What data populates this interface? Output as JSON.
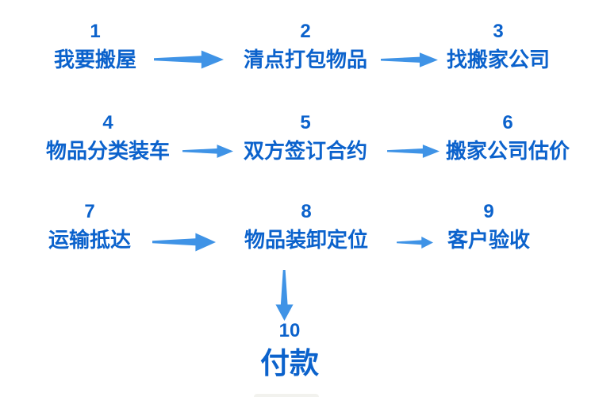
{
  "diagram": {
    "type": "flowchart",
    "language": "zh",
    "accent_text_color": "#0b62cc",
    "arrow_color": "#3f93e6",
    "background_color": "#ffffff"
  },
  "steps": [
    {
      "num": "1",
      "label": "我要搬屋"
    },
    {
      "num": "2",
      "label": "清点打包物品"
    },
    {
      "num": "3",
      "label": "找搬家公司"
    },
    {
      "num": "4",
      "label": "物品分类装车"
    },
    {
      "num": "5",
      "label": "双方签订合约"
    },
    {
      "num": "6",
      "label": "搬家公司估价"
    },
    {
      "num": "7",
      "label": "运输抵达"
    },
    {
      "num": "8",
      "label": "物品装卸定位"
    },
    {
      "num": "9",
      "label": "客户验收"
    },
    {
      "num": "10",
      "label": "付款"
    }
  ],
  "flow": [
    {
      "from": "1",
      "to": "2",
      "direction": "right"
    },
    {
      "from": "2",
      "to": "3",
      "direction": "right"
    },
    {
      "from": "4",
      "to": "5",
      "direction": "right"
    },
    {
      "from": "5",
      "to": "6",
      "direction": "right"
    },
    {
      "from": "7",
      "to": "8",
      "direction": "right"
    },
    {
      "from": "8",
      "to": "9",
      "direction": "right"
    },
    {
      "from": "8",
      "to": "10",
      "direction": "down"
    }
  ],
  "icons": {
    "right_arrow": "right-arrow-icon",
    "down_arrow": "down-arrow-icon"
  }
}
